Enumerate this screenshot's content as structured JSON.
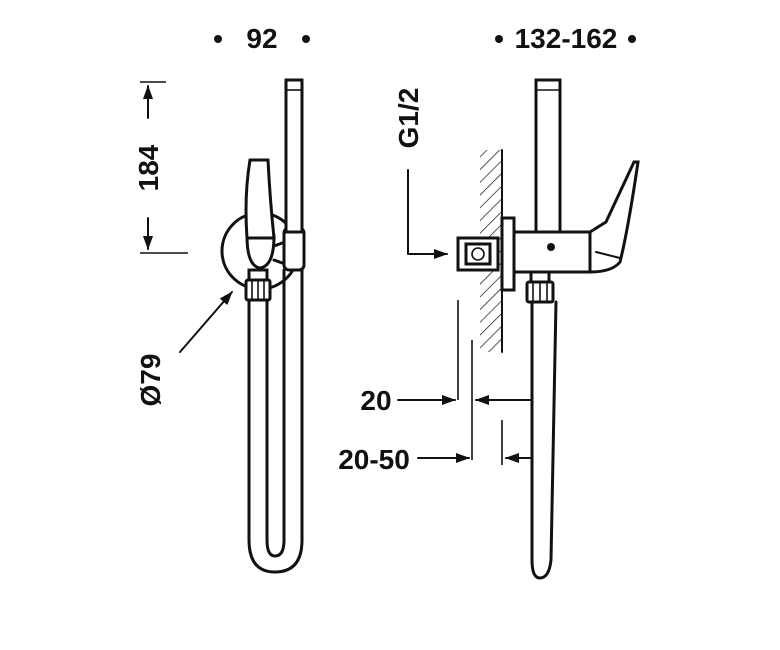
{
  "dimensions": {
    "front_width": "92",
    "side_depth": "132-162",
    "height": "184",
    "flange_diameter": "Ø79",
    "thread": "G1/2",
    "wall_offset": "20",
    "wall_range": "20-50"
  }
}
